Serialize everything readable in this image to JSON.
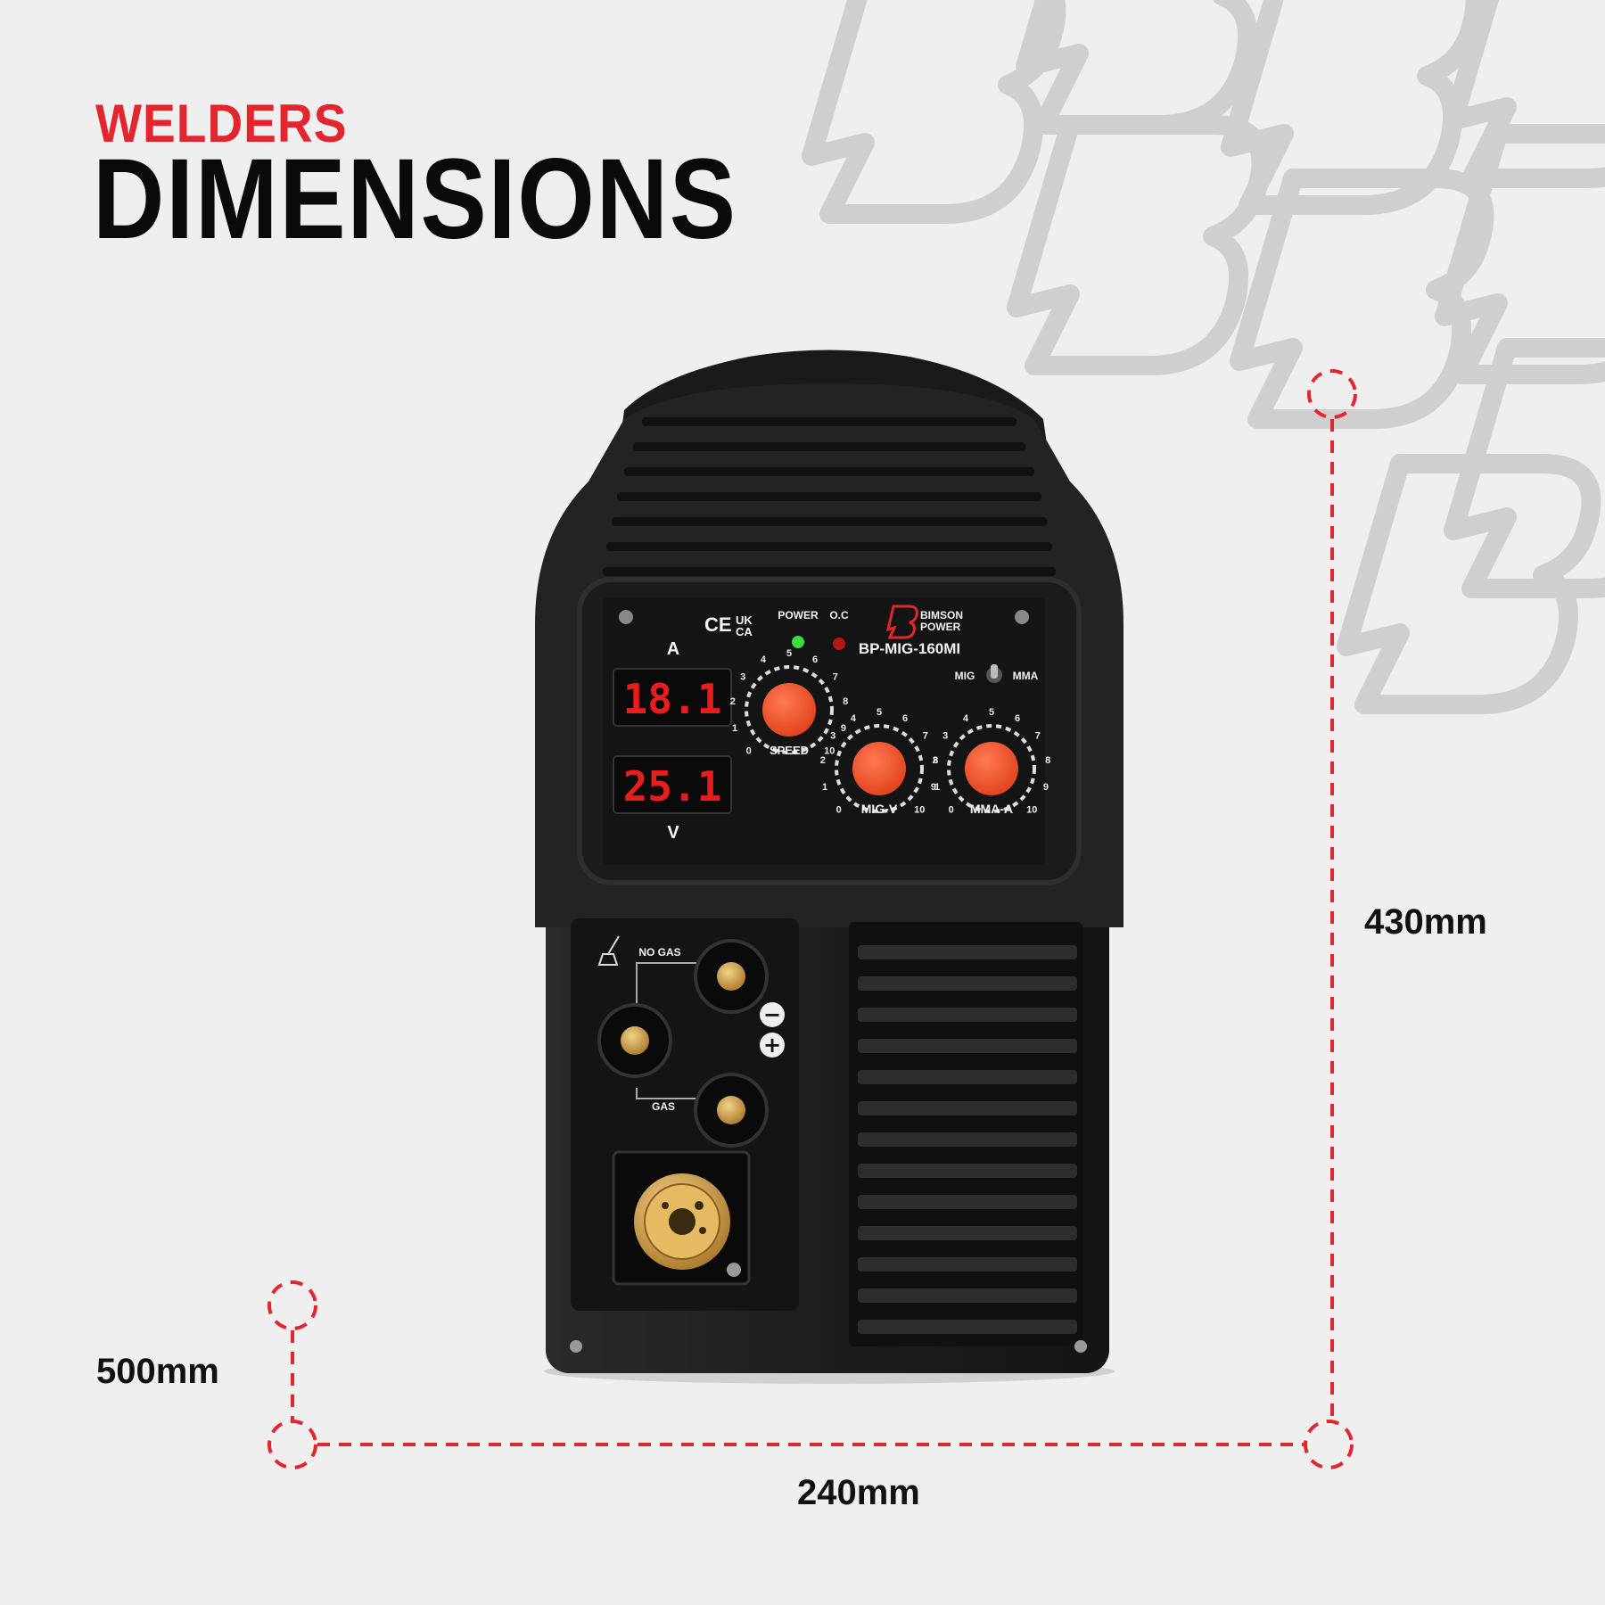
{
  "heading": {
    "eyebrow": "WELDERS",
    "title": "DIMENSIONS"
  },
  "dimensions": {
    "height": "430mm",
    "depth": "500mm",
    "width": "240mm"
  },
  "panel": {
    "brand_line1": "BIMSON",
    "brand_line2": "POWER",
    "model": "BP-MIG-160MI",
    "marks": "CE",
    "mark_uk": "UK",
    "mark_ca": "CA",
    "power_label": "POWER",
    "oc_label": "O.C",
    "amps_label": "A",
    "volts_label": "V",
    "amps_display": "18.1",
    "volts_display": "25.1",
    "mode_mig": "MIG",
    "mode_mma": "MMA",
    "knob_speed": "SPEED",
    "knob_mig_v": "MIG-V",
    "knob_mma_a": "MMA-A",
    "dial_scale": [
      "0",
      "1",
      "2",
      "3",
      "4",
      "5",
      "6",
      "7",
      "8",
      "9",
      "10"
    ],
    "no_gas_label": "NO GAS",
    "gas_label": "GAS",
    "minus": "−",
    "plus": "+"
  },
  "colors": {
    "accent": "#e3262d",
    "background": "#efefef",
    "body": "#1c1c1c",
    "knob": "#f0502a",
    "led_power": "#3ddc45",
    "led_oc": "#e82020",
    "watermark": "#cfcfcf"
  }
}
